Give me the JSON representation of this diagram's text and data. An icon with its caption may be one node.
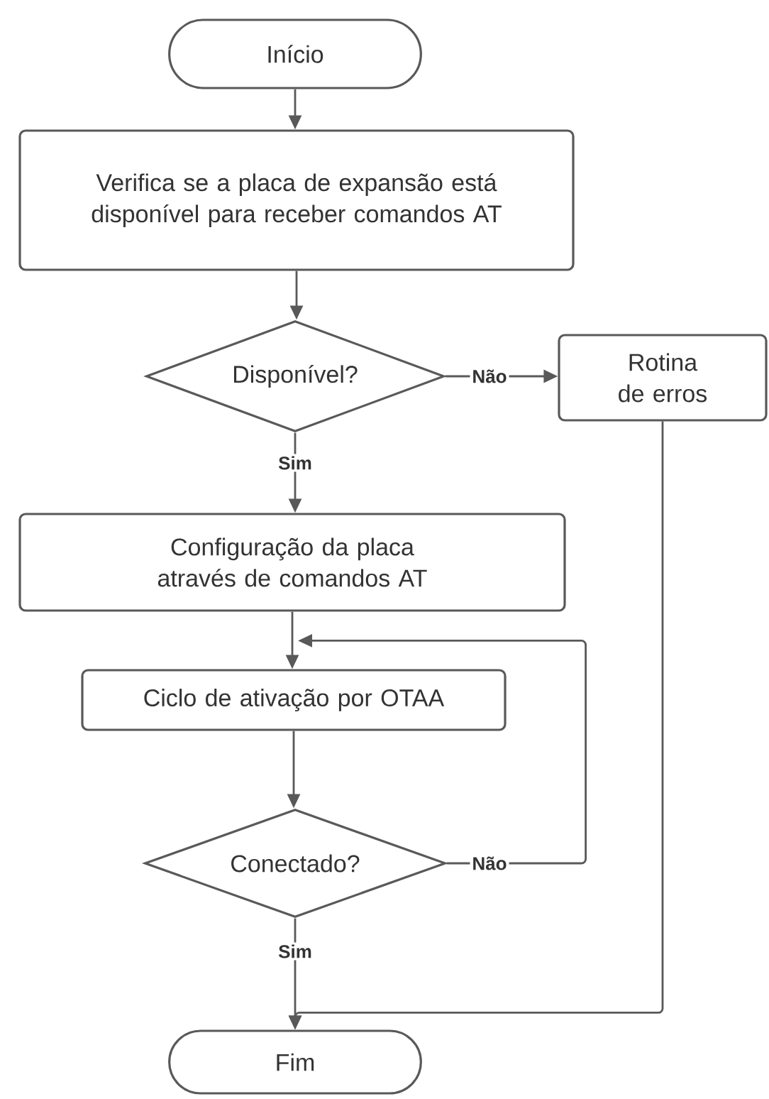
{
  "diagram": {
    "nodes": [
      {
        "text": [
          "Início"
        ]
      },
      {
        "text": [
          "Verifica se a placa de expansão está disponível para receber comandos AT"
        ]
      },
      {
        "text": [
          "Disponível?"
        ]
      },
      {
        "text": [
          "Rotina de erros"
        ]
      },
      {
        "text": [
          "Configuração da placa através de comandos AT"
        ]
      },
      {
        "text": [
          "Ciclo de ativação por OTAA"
        ]
      },
      {
        "text": [
          "Conectado?"
        ]
      },
      {
        "text": [
          "Fim"
        ]
      }
    ],
    "edges": [
      {
        "from": 0,
        "to": 1,
        "arrow": "to"
      },
      {
        "from": 1,
        "to": 2,
        "arrow": "to"
      },
      {
        "from": 2,
        "to": 3,
        "arrow": "to",
        "label": "Não"
      },
      {
        "from": 2,
        "to": 4,
        "arrow": "to",
        "label": "Sim"
      },
      {
        "from": 4,
        "to": 5,
        "arrow": "to"
      },
      {
        "from": 5,
        "to": 6,
        "arrow": "to"
      },
      {
        "from": 6,
        "to": 5,
        "arrow": "to",
        "label": "Não"
      },
      {
        "from": 6,
        "to": 7,
        "arrow": "to",
        "label": "Sim"
      },
      {
        "from": 3,
        "to": 7,
        "arrow": "to"
      }
    ]
  }
}
